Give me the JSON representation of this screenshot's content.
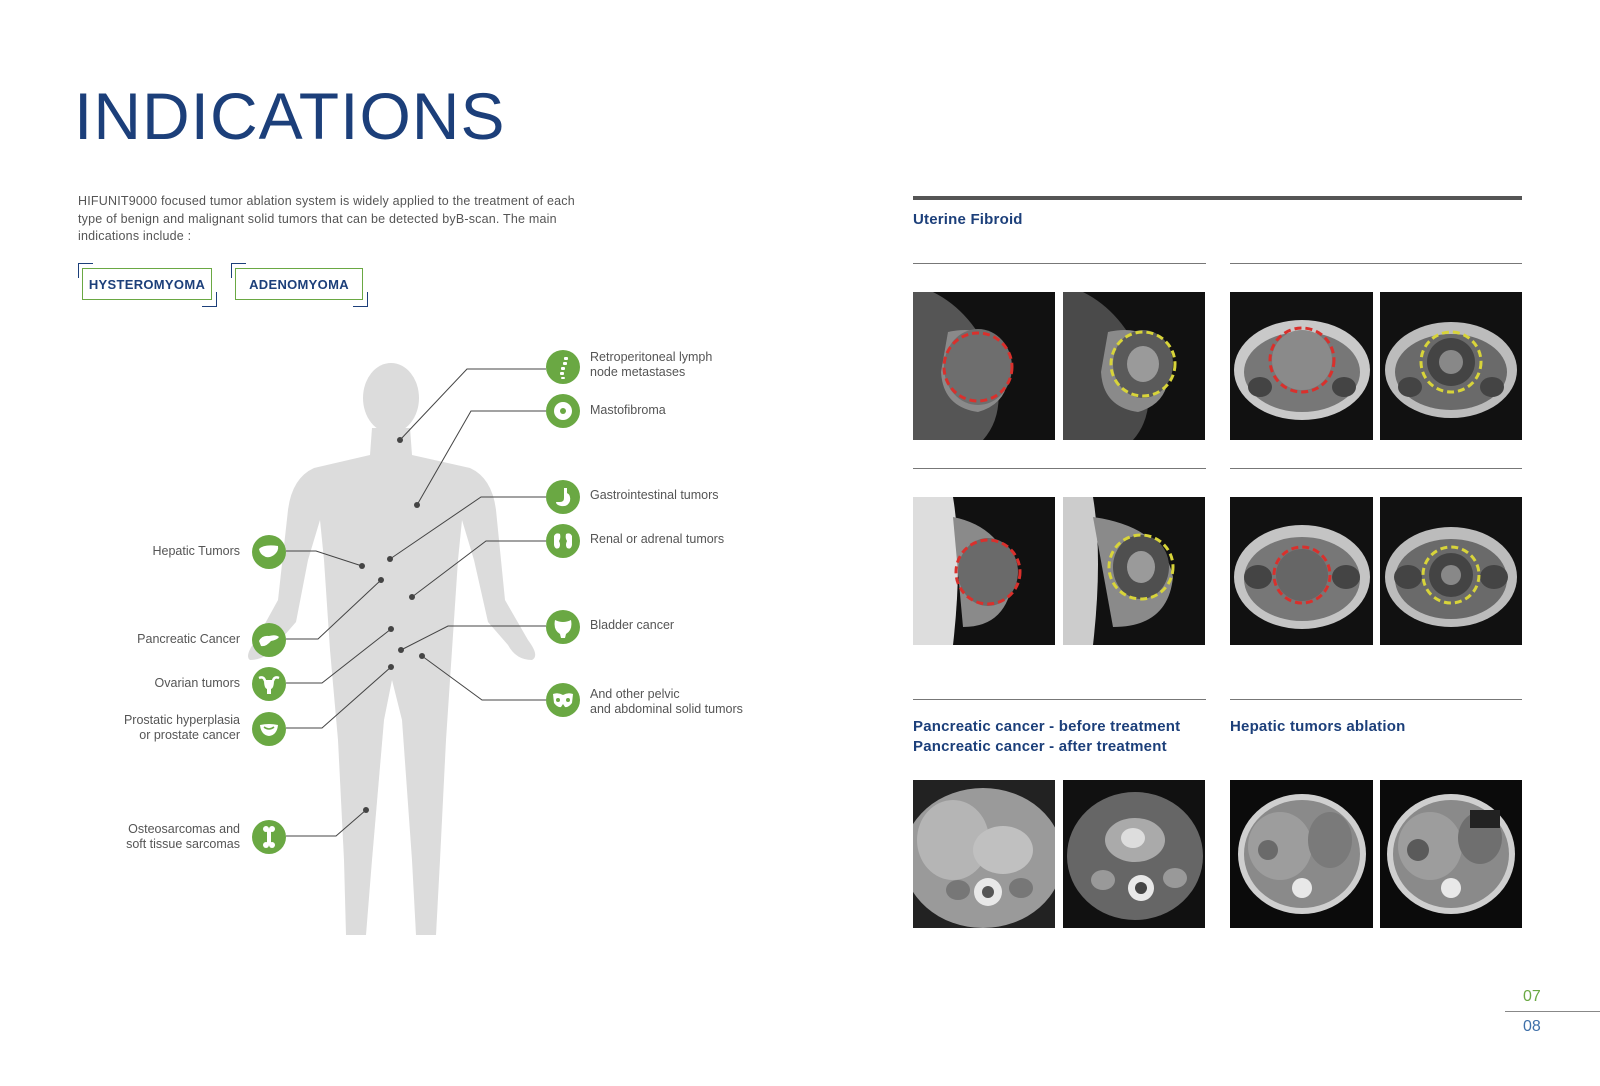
{
  "title": "INDICATIONS",
  "intro": "HIFUNIT9000 focused tumor ablation system is widely applied to the treatment of each type of benign and malignant solid tumors that can be detected byB-scan. The main indications include :",
  "tags": [
    "HYSTEROMYOMA",
    "ADENOMYOMA"
  ],
  "right_labels": {
    "retroperitoneal": [
      "Retroperitoneal lymph",
      "node metastases"
    ],
    "mastofibroma": "Mastofibroma",
    "gastrointestinal": "Gastrointestinal tumors",
    "renal": "Renal or adrenal tumors",
    "bladder": "Bladder cancer",
    "pelvic": [
      "And other pelvic",
      "and abdominal solid tumors"
    ]
  },
  "left_labels": {
    "hepatic": "Hepatic Tumors",
    "pancreatic": "Pancreatic Cancer",
    "ovarian": "Ovarian tumors",
    "prostatic": [
      "Prostatic hyperplasia",
      "or prostate cancer"
    ],
    "osteo": [
      "Osteosarcomas and",
      "soft tissue sarcomas"
    ]
  },
  "icons": {
    "retroperitoneal": "spine-icon",
    "mastofibroma": "breast-icon",
    "gastrointestinal": "stomach-icon",
    "renal": "kidney-icon",
    "bladder": "bladder-icon",
    "pelvic": "pelvis-icon",
    "hepatic": "liver-icon",
    "pancreatic": "pancreas-icon",
    "ovarian": "uterus-icon",
    "prostatic": "prostate-icon",
    "osteo": "bone-icon"
  },
  "sections": {
    "uterine": "Uterine Fibroid",
    "pancreatic_before": "Pancreatic cancer - before treatment",
    "pancreatic_after": "Pancreatic cancer - after treatment",
    "hepatic": "Hepatic tumors ablation"
  },
  "page_numbers": [
    "07",
    "08"
  ],
  "colors": {
    "accent_green": "#6aa843",
    "brand_blue": "#1c3f7a",
    "before_circle": "#d9302c",
    "after_circle": "#d8d43a"
  }
}
